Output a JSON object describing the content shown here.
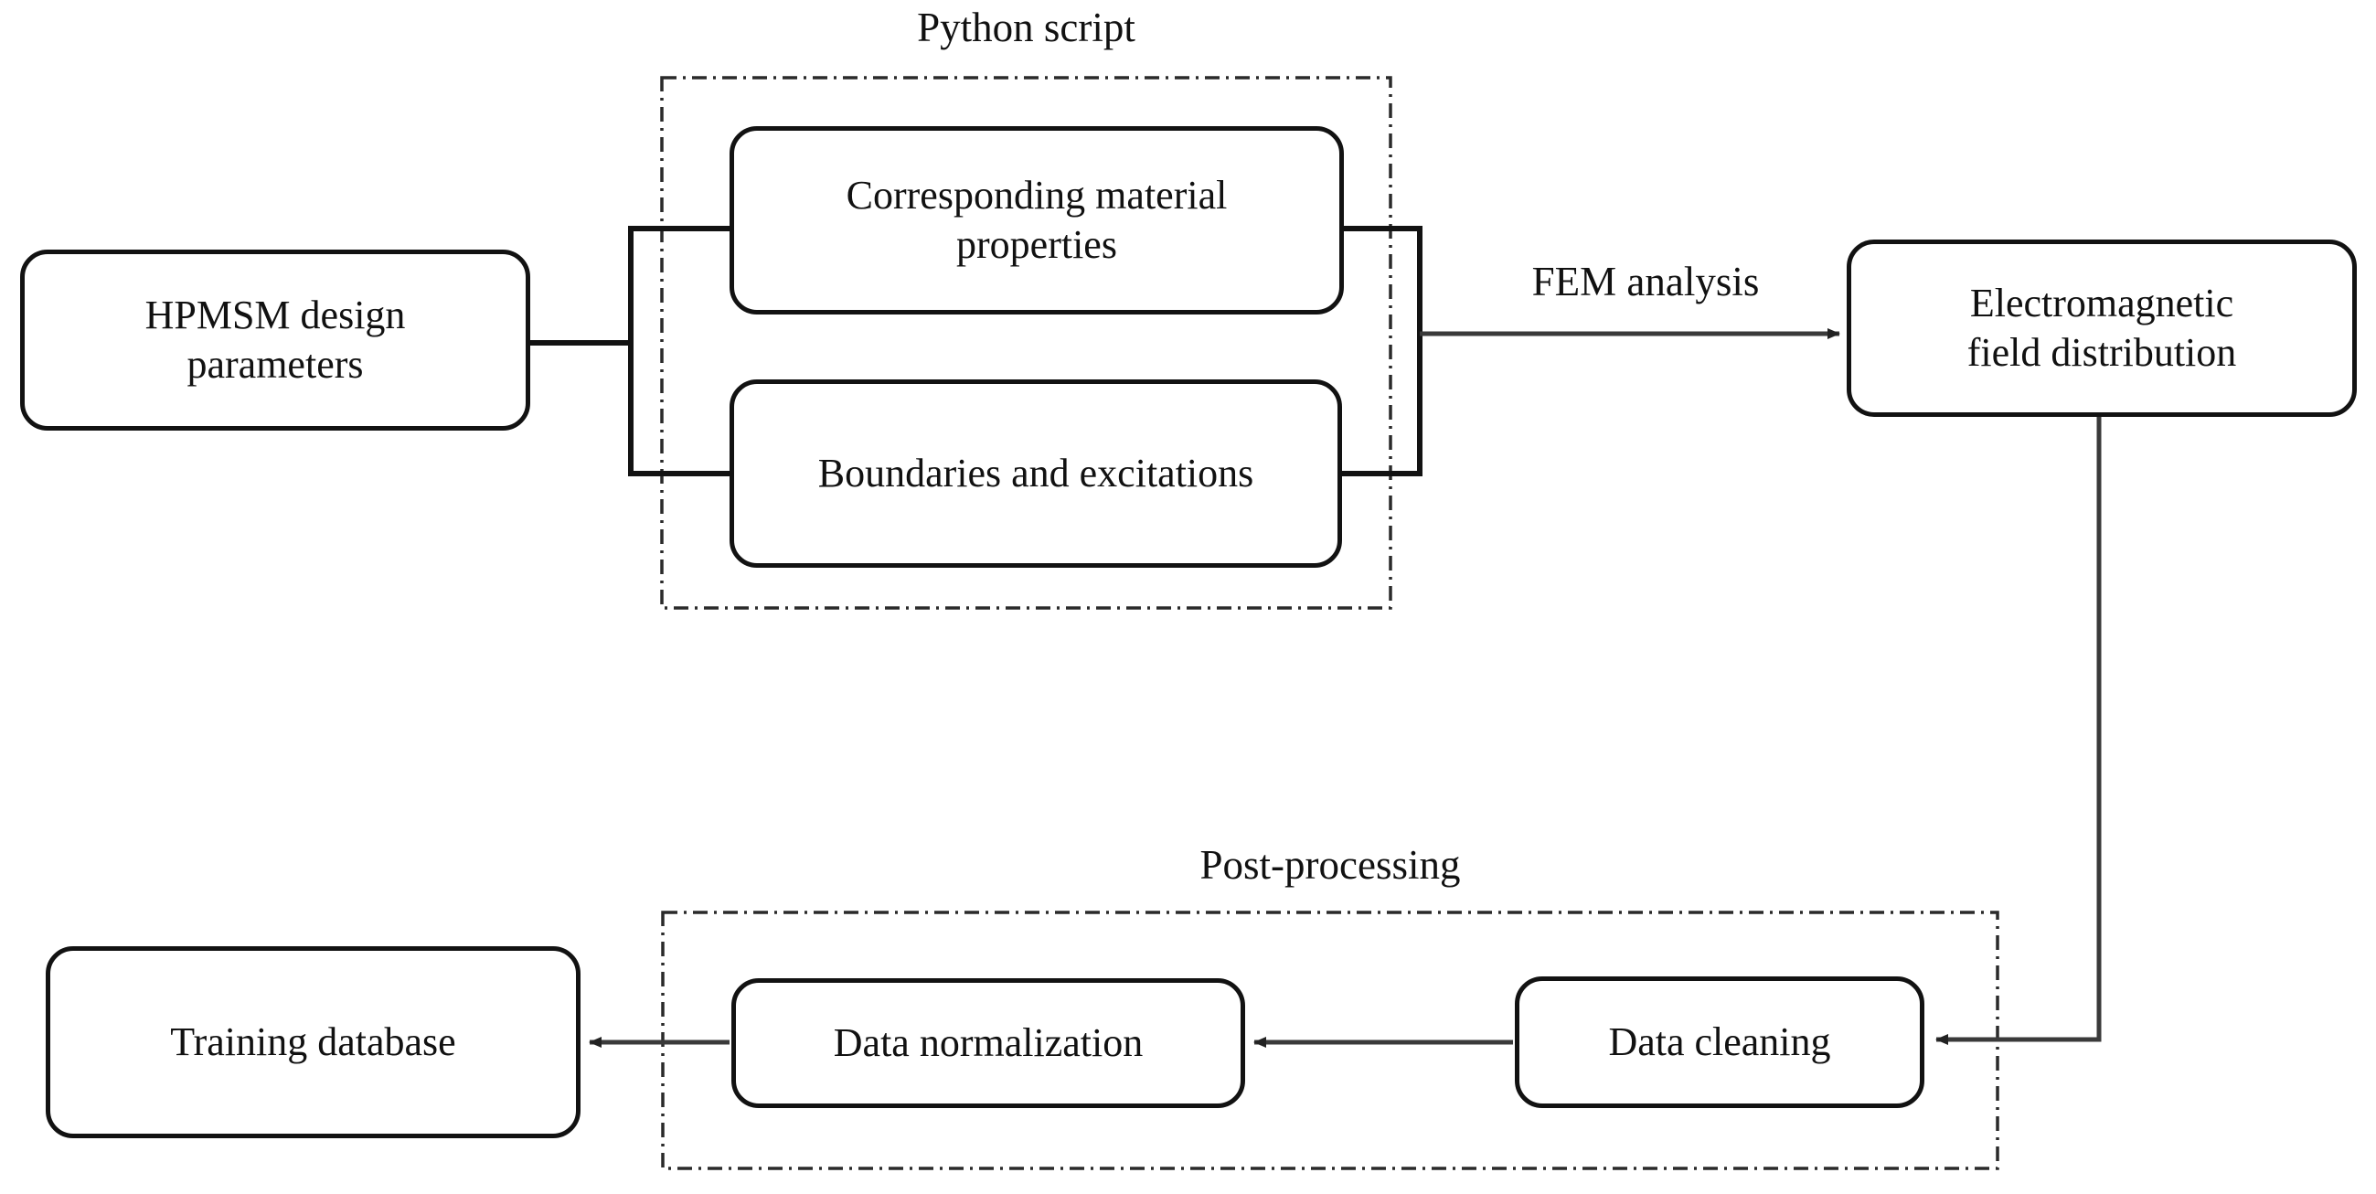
{
  "diagram": {
    "title_text_present": false,
    "background_color": "#ffffff",
    "line_color": "#121212",
    "text_color": "#111111"
  },
  "groups": [
    {
      "id": "python-script",
      "label": "Python script",
      "style": "dash-dot-rectangle"
    },
    {
      "id": "post-processing",
      "label": "Post-processing",
      "style": "dash-dot-rectangle"
    }
  ],
  "nodes": [
    {
      "id": "hpmsm-design-parameters",
      "label": "HPMSM design\nparameters"
    },
    {
      "id": "corresponding-material-properties",
      "label": "Corresponding material\nproperties"
    },
    {
      "id": "boundaries-and-excitations",
      "label": "Boundaries and excitations"
    },
    {
      "id": "electromagnetic-field-distribution",
      "label": "Electromagnetic\nfield distribution"
    },
    {
      "id": "data-cleaning",
      "label": "Data cleaning"
    },
    {
      "id": "data-normalization",
      "label": "Data normalization"
    },
    {
      "id": "training-database",
      "label": "Training database"
    }
  ],
  "edges": [
    {
      "id": "hpmsm-to-python-script",
      "from": "hpmsm-design-parameters",
      "to": "python-script",
      "label": "",
      "arrow": false
    },
    {
      "id": "python-script-to-electromagnetic",
      "from": "python-script",
      "to": "electromagnetic-field-distribution",
      "label": "FEM analysis",
      "arrow": true
    },
    {
      "id": "electromagnetic-to-data-cleaning",
      "from": "electromagnetic-field-distribution",
      "to": "data-cleaning",
      "label": "",
      "arrow": true
    },
    {
      "id": "data-cleaning-to-data-normalization",
      "from": "data-cleaning",
      "to": "data-normalization",
      "label": "",
      "arrow": true
    },
    {
      "id": "data-normalization-to-training-database",
      "from": "data-normalization",
      "to": "training-database",
      "label": "",
      "arrow": true
    }
  ]
}
